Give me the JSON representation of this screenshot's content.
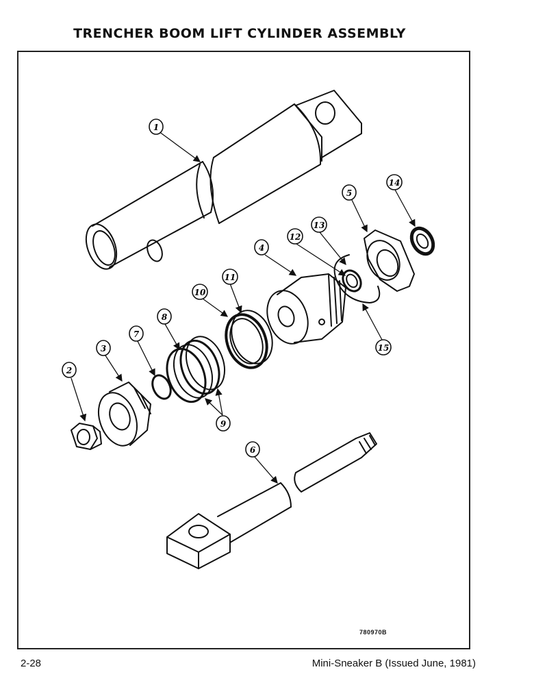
{
  "page": {
    "title": "TRENCHER BOOM LIFT CYLINDER ASSEMBLY",
    "page_number": "2-28",
    "publication": "Mini-Sneaker B (Issued June, 1981)",
    "figure_id": "780970B"
  },
  "callouts": [
    {
      "id": "c1",
      "label": "1"
    },
    {
      "id": "c2",
      "label": "2"
    },
    {
      "id": "c3",
      "label": "3"
    },
    {
      "id": "c4",
      "label": "4"
    },
    {
      "id": "c5",
      "label": "5"
    },
    {
      "id": "c6",
      "label": "6"
    },
    {
      "id": "c7",
      "label": "7"
    },
    {
      "id": "c8",
      "label": "8"
    },
    {
      "id": "c9",
      "label": "9"
    },
    {
      "id": "c10",
      "label": "10"
    },
    {
      "id": "c11",
      "label": "11"
    },
    {
      "id": "c12",
      "label": "12"
    },
    {
      "id": "c13",
      "label": "13"
    },
    {
      "id": "c14",
      "label": "14"
    },
    {
      "id": "c15",
      "label": "15"
    }
  ]
}
